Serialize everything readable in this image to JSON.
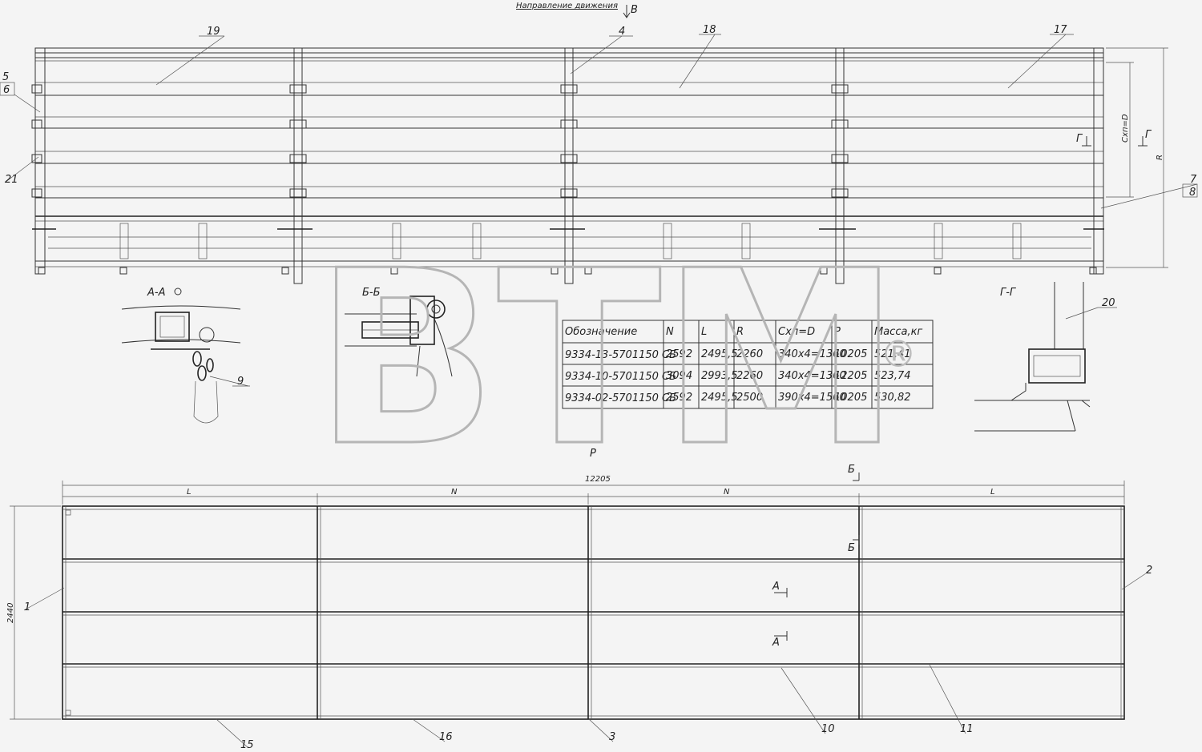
{
  "header": {
    "direction_label": "Направление движения",
    "view_marker": "В"
  },
  "watermark": {
    "text": "BTM",
    "mark": "®"
  },
  "callouts": {
    "c1": "1",
    "c2": "2",
    "c3": "3",
    "c4": "4",
    "c5": "5",
    "c6": "6",
    "c7": "7",
    "c8": "8",
    "c9": "9",
    "c10": "10",
    "c11": "11",
    "c15": "15",
    "c16": "16",
    "c17": "17",
    "c18": "18",
    "c19": "19",
    "c20": "20",
    "c21": "21"
  },
  "dims": {
    "sxp": "Схп=D",
    "r": "R",
    "p": "P",
    "total": "12205",
    "l": "L",
    "n": "N",
    "width": "2440"
  },
  "sections": {
    "aa": "А-А",
    "bb": "Б-Б",
    "gg": "Г-Г",
    "g_mark": "Г",
    "a_mark": "А",
    "b_mark": "Б"
  },
  "table": {
    "headers": [
      "Обозначение",
      "N",
      "L",
      "R",
      "Схп=D",
      "P",
      "Масса,кг"
    ],
    "rows": [
      [
        "9334-13-5701150 СБ",
        "2592",
        "2495,5",
        "2260",
        "340x4=1360",
        "10205",
        "521,41"
      ],
      [
        "9334-10-5701150 СБ",
        "3094",
        "2993,5",
        "2260",
        "340x4=1360",
        "12205",
        "523,74"
      ],
      [
        "9334-02-5701150 СБ",
        "2592",
        "2495,5",
        "2500",
        "390x4=1560",
        "10205",
        "530,82"
      ]
    ]
  }
}
